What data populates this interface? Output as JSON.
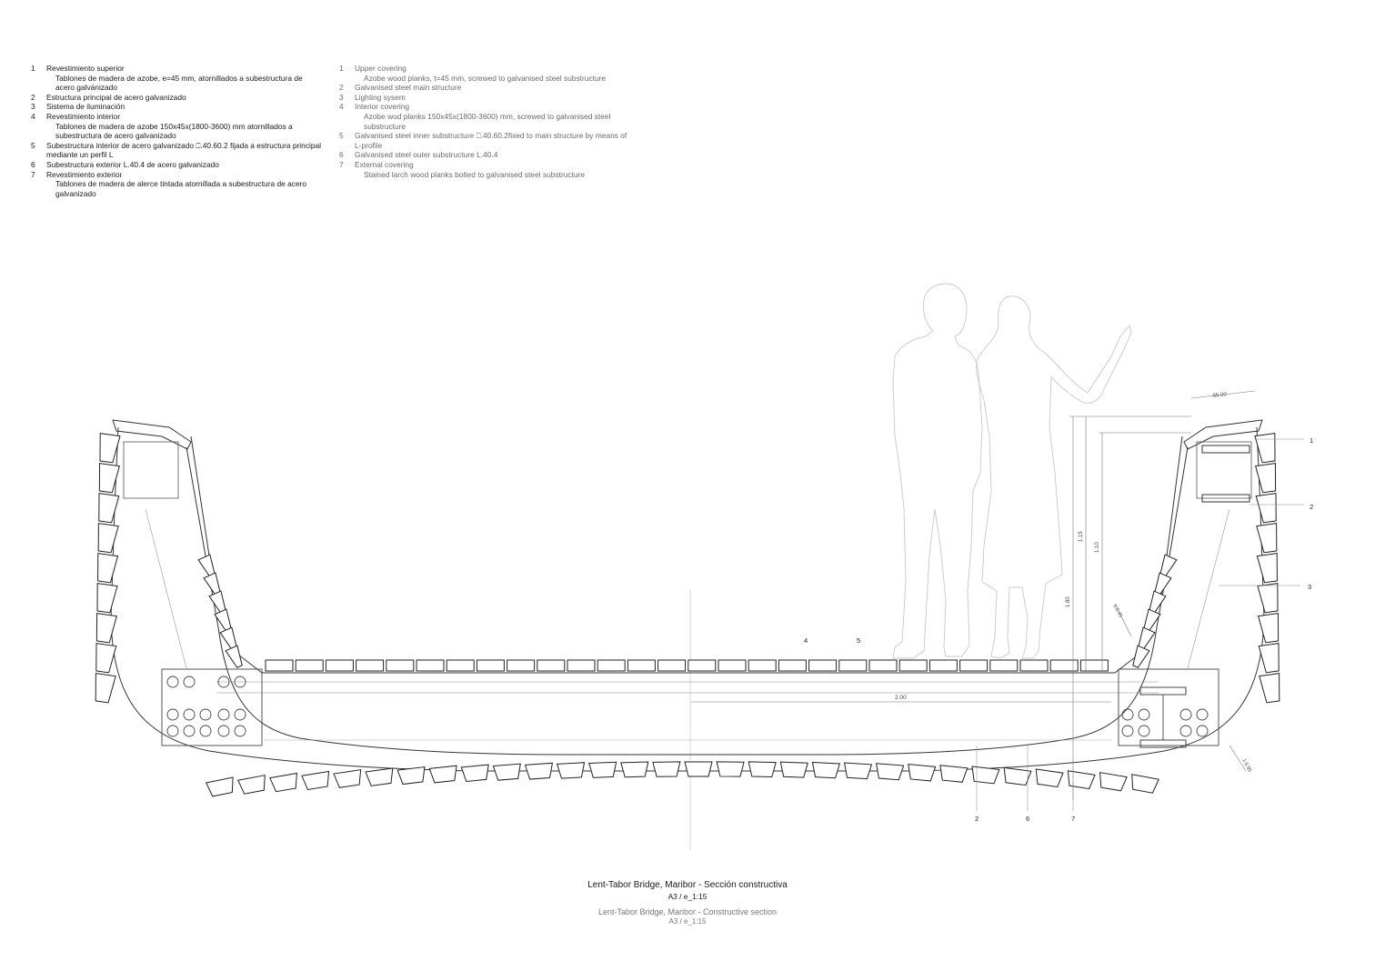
{
  "legend_es": [
    {
      "num": "1",
      "title": "Revestimiento superior",
      "sub": "Tablones de madera de azobe, e=45 mm, atornillados a subestructura de acero galvánizado"
    },
    {
      "num": "2",
      "title": "Estructura principal de acero galvanizado",
      "sub": ""
    },
    {
      "num": "3",
      "title": "Sistema de iluminación",
      "sub": ""
    },
    {
      "num": "4",
      "title": "Revestimiento interior",
      "sub": "Tablones de madera de azobe 150x45x(1800-3600) mm atornillados a subestructura de acero galvanizado"
    },
    {
      "num": "5",
      "title": "Subestructura interior de acero galvanizado ⎕.40.60.2 fijada a estructura principal mediante un perfil L",
      "sub": ""
    },
    {
      "num": "6",
      "title": "Subestructura exterior L.40.4 de acero galvanizado",
      "sub": ""
    },
    {
      "num": "7",
      "title": "Revestimiento exterior",
      "sub": "Tablones de madera de alerce tintada atornillada a subestructura de acero galvanizado"
    }
  ],
  "legend_en": [
    {
      "num": "1",
      "title": "Upper covering",
      "sub": "Azobe wood planks, t=45 mm, screwed to galvanised steel substructure"
    },
    {
      "num": "2",
      "title": "Galvanised steel main structure",
      "sub": ""
    },
    {
      "num": "3",
      "title": "Lighting sysem",
      "sub": ""
    },
    {
      "num": "4",
      "title": "Interior covering",
      "sub": "Azobe wod planks 150x45x(1800-3600) mm, screwed to galvanised steel substructure"
    },
    {
      "num": "5",
      "title": "Galvanised steel inner substructure ⎕.40.60.2fixed to main structure by means of L-profile",
      "sub": ""
    },
    {
      "num": "6",
      "title": "Galvanised steel outer substructure L.40.4",
      "sub": ""
    },
    {
      "num": "7",
      "title": "External covering",
      "sub": "Stained larch wood planks bolted to galvanised steel substructure"
    }
  ],
  "callouts": {
    "c1": "1",
    "c2": "2",
    "c3": "3",
    "c4": "4",
    "c5": "5",
    "b2": "2",
    "b6": "6",
    "b7": "7"
  },
  "dimensions": {
    "d55": "55.00",
    "d115": "1.15",
    "d110": "1.10",
    "d180": "1.80",
    "d200": "2.00",
    "dslope": "1:0.45",
    "dbottom": "1:0.55"
  },
  "caption": {
    "es_title": "Lent-Tabor Bridge, Maribor - Sección constructiva",
    "es_scale": "A3 / e_1:15",
    "en_title": "Lent-Tabor Bridge, Maribor - Constructive section",
    "en_scale": "A3 / e_1:15"
  }
}
